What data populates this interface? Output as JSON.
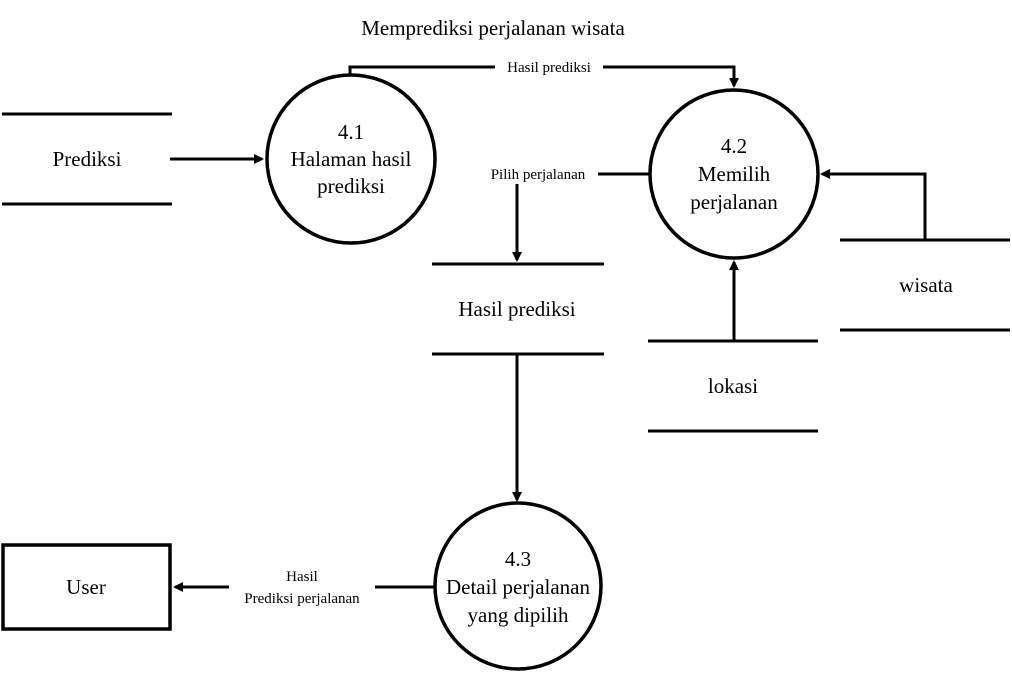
{
  "diagram": {
    "title": "Memprediksi perjalanan wisata",
    "processes": [
      {
        "number": "4.1",
        "line1": "Halaman hasil",
        "line2": "prediksi"
      },
      {
        "number": "4.2",
        "line1": "Memilih",
        "line2": "perjalanan"
      },
      {
        "number": "4.3",
        "line1": "Detail perjalanan",
        "line2": "yang dipilih"
      }
    ],
    "stores": {
      "prediksi": "Prediksi",
      "hasil_prediksi": "Hasil prediksi",
      "wisata": "wisata",
      "lokasi": "lokasi"
    },
    "entities": {
      "user": "User"
    },
    "flows": {
      "hasil_prediksi": "Hasil prediksi",
      "pilih_perjalanan": "Pilih perjalanan",
      "user_flow_line1": "Hasil",
      "user_flow_line2": "Prediksi perjalanan"
    }
  }
}
